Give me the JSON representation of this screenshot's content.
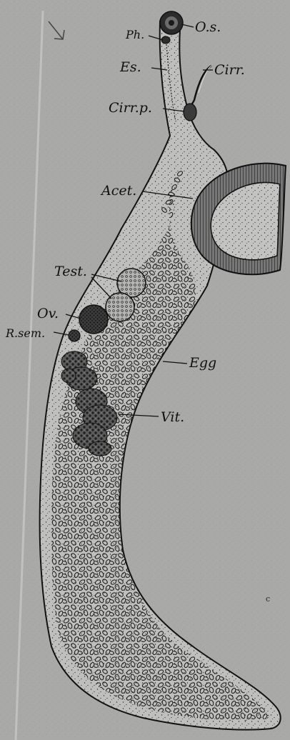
{
  "labels": {
    "oral_sucker": "O.s.",
    "pharynx": "Ph.",
    "esophagus": "Es.",
    "cirrus": "Cirr.",
    "cirrus_pouch": "Cirr.p.",
    "acetabulum": "Acet.",
    "testes": "Test.",
    "ovary": "Ov.",
    "receptaculum_seminis": "R.sem.",
    "egg": "Egg",
    "vitellaria": "Vit."
  },
  "corner_mark": "c",
  "colors": {
    "paper": "#a8a8a6",
    "body_fill": "#bdbdbb",
    "ink": "#141414"
  }
}
